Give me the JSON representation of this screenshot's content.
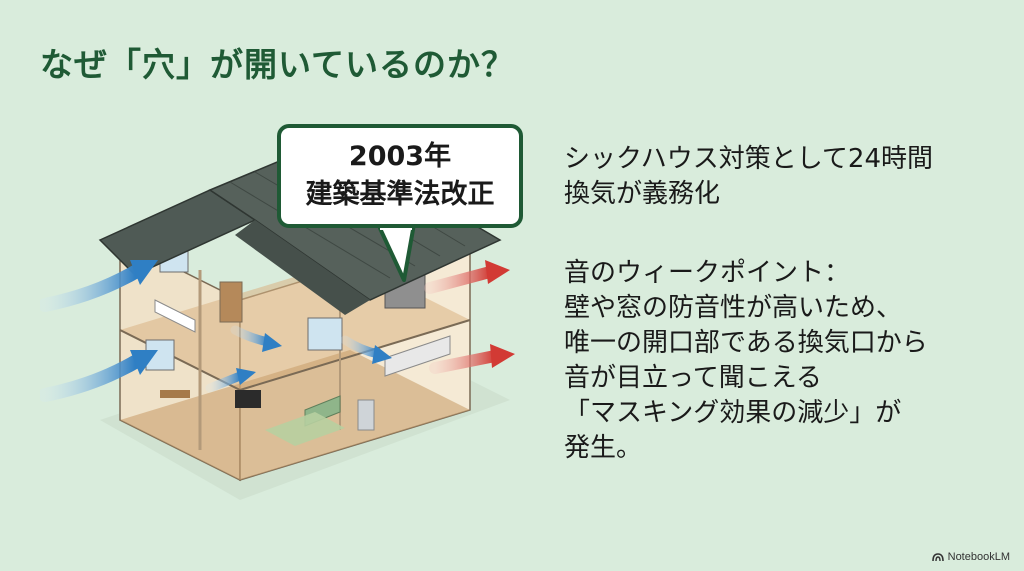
{
  "title": "なぜ「穴」が開いているのか？",
  "callout": {
    "line1": "2003年",
    "line2": "建築基準法改正"
  },
  "point1": {
    "lines": [
      "シックハウス対策として24時間",
      "換気が義務化"
    ]
  },
  "point2": {
    "lines": [
      "音のウィークポイント：",
      "壁や窓の防音性が高いため、",
      "唯一の開口部である換気口から",
      "音が目立って聞こえる",
      "「マスキング効果の減少」が",
      "発生。"
    ]
  },
  "brand": "NotebookLM",
  "colors": {
    "background": "#d9ecdc",
    "title": "#1f5a35",
    "air_in": "#3a88cc",
    "air_out": "#d23a34"
  }
}
